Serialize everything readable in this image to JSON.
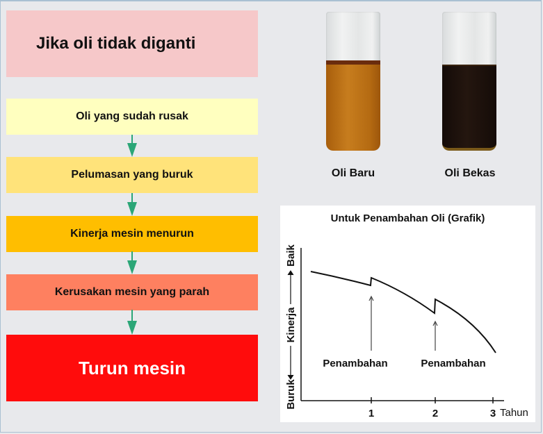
{
  "flow": {
    "title": "Jika oli tidak diganti",
    "steps": [
      {
        "label": "Oli yang sudah rusak",
        "color": "#ffffbf"
      },
      {
        "label": "Pelumasan yang buruk",
        "color": "#ffe37a"
      },
      {
        "label": "Kinerja mesin menurun",
        "color": "#ffbe00"
      },
      {
        "label": "Kerusakan mesin yang parah",
        "color": "#fe8060"
      },
      {
        "label": "Turun mesin",
        "color": "#ff0c0c"
      }
    ],
    "arrow_color": "#2ba677",
    "arrow_icon": "arrow-down-icon"
  },
  "photos": {
    "new_oil": {
      "label": "Oli Baru",
      "liquid_color": "#b86e10"
    },
    "used_oil": {
      "label": "Oli Bekas",
      "liquid_color": "#1a0f0a"
    }
  },
  "chart_data": {
    "type": "line",
    "title": "Untuk Penambahan Oli (Grafik)",
    "xlabel": "Tahun",
    "ylabel": "Buruk ← Kinerja → Baik",
    "y_low_label": "Buruk",
    "y_mid_label": "Kinerja",
    "y_high_label": "Baik",
    "x_ticks": [
      "1",
      "2",
      "3"
    ],
    "xlim": [
      0,
      3
    ],
    "series": [
      {
        "name": "Kinerja",
        "x": [
          0.15,
          1.0,
          1.0,
          2.0,
          2.0,
          3.0
        ],
        "values": [
          0.85,
          0.76,
          0.81,
          0.57,
          0.66,
          0.31
        ]
      }
    ],
    "annotations": [
      {
        "text": "Penambahan",
        "x": 1.0
      },
      {
        "text": "Penambahan",
        "x": 2.0
      }
    ],
    "grid": false
  }
}
